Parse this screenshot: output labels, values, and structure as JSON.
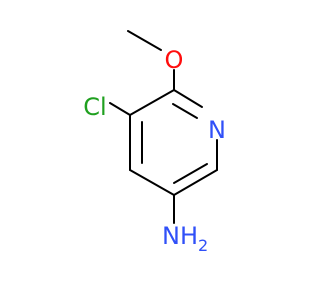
{
  "atoms": {
    "oxygen": {
      "label": "O",
      "color": "#ff0d0d"
    },
    "nitrogen": {
      "label": "N",
      "color": "#3050f8"
    },
    "chlorine": {
      "label": "Cl",
      "color": "#1fa01f"
    },
    "amine": {
      "label": "NH",
      "subscript": "2",
      "color": "#3050f8"
    }
  },
  "colors": {
    "bond": "#000000",
    "background": "#ffffff"
  }
}
